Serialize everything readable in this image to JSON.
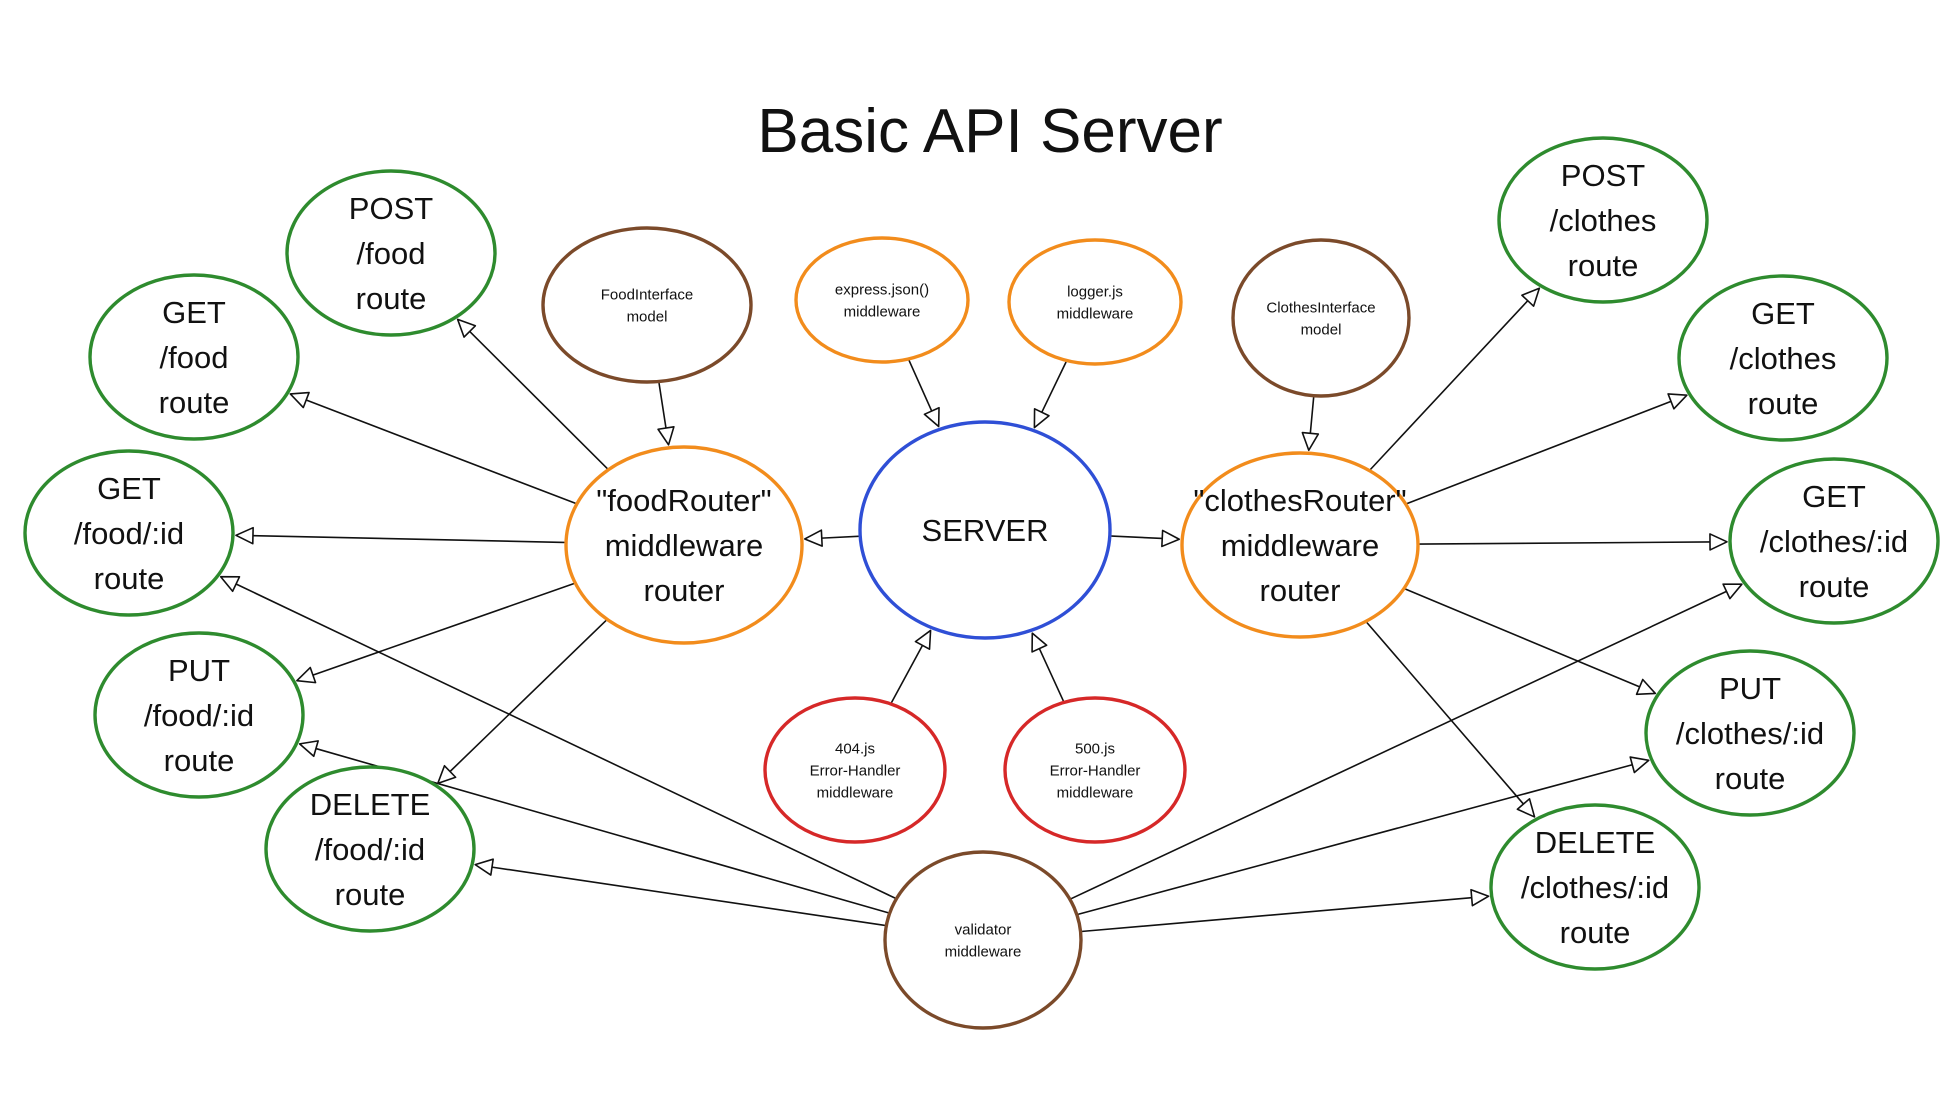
{
  "title": "Basic API Server",
  "colors": {
    "route": "#2e8b2e",
    "model": "#7b4a2a",
    "middleware": "#f28c1c",
    "server": "#2f4fd6",
    "error": "#d62828",
    "validator": "#7b4a2a",
    "edge": "#111111"
  },
  "nodes": [
    {
      "id": "server",
      "kind": "server",
      "lines": [
        "SERVER"
      ]
    },
    {
      "id": "food-router",
      "kind": "middleware",
      "lines": [
        "\"foodRouter\"",
        "middleware",
        "router"
      ]
    },
    {
      "id": "clothes-router",
      "kind": "middleware",
      "lines": [
        "\"clothesRouter\"",
        "middleware",
        "router"
      ]
    },
    {
      "id": "food-interface",
      "kind": "model",
      "lines": [
        "FoodInterface",
        "model"
      ]
    },
    {
      "id": "clothes-interface",
      "kind": "model",
      "lines": [
        "ClothesInterface",
        "model"
      ]
    },
    {
      "id": "express-json",
      "kind": "middleware",
      "lines": [
        "express.json()",
        "middleware"
      ]
    },
    {
      "id": "logger",
      "kind": "middleware",
      "lines": [
        "logger.js",
        "middleware"
      ]
    },
    {
      "id": "error-404",
      "kind": "error",
      "lines": [
        "404.js",
        "Error-Handler",
        "middleware"
      ]
    },
    {
      "id": "error-500",
      "kind": "error",
      "lines": [
        "500.js",
        "Error-Handler",
        "middleware"
      ]
    },
    {
      "id": "validator",
      "kind": "validator",
      "lines": [
        "validator",
        "middleware"
      ]
    },
    {
      "id": "food-post",
      "kind": "route",
      "lines": [
        "POST",
        "/food",
        "route"
      ]
    },
    {
      "id": "food-get",
      "kind": "route",
      "lines": [
        "GET",
        "/food",
        "route"
      ]
    },
    {
      "id": "food-get-id",
      "kind": "route",
      "lines": [
        "GET",
        "/food/:id",
        "route"
      ]
    },
    {
      "id": "food-put",
      "kind": "route",
      "lines": [
        "PUT",
        "/food/:id",
        "route"
      ]
    },
    {
      "id": "food-delete",
      "kind": "route",
      "lines": [
        "DELETE",
        "/food/:id",
        "route"
      ]
    },
    {
      "id": "clothes-post",
      "kind": "route",
      "lines": [
        "POST",
        "/clothes",
        "route"
      ]
    },
    {
      "id": "clothes-get",
      "kind": "route",
      "lines": [
        "GET",
        "/clothes",
        "route"
      ]
    },
    {
      "id": "clothes-get-id",
      "kind": "route",
      "lines": [
        "GET",
        "/clothes/:id",
        "route"
      ]
    },
    {
      "id": "clothes-put",
      "kind": "route",
      "lines": [
        "PUT",
        "/clothes/:id",
        "route"
      ]
    },
    {
      "id": "clothes-delete",
      "kind": "route",
      "lines": [
        "DELETE",
        "/clothes/:id",
        "route"
      ]
    }
  ],
  "edges": [
    {
      "from": "food-interface",
      "to": "food-router"
    },
    {
      "from": "clothes-interface",
      "to": "clothes-router"
    },
    {
      "from": "express-json",
      "to": "server"
    },
    {
      "from": "logger",
      "to": "server"
    },
    {
      "from": "error-404",
      "to": "server"
    },
    {
      "from": "error-500",
      "to": "server"
    },
    {
      "from": "server",
      "to": "food-router"
    },
    {
      "from": "server",
      "to": "clothes-router"
    },
    {
      "from": "food-router",
      "to": "food-post"
    },
    {
      "from": "food-router",
      "to": "food-get"
    },
    {
      "from": "food-router",
      "to": "food-get-id"
    },
    {
      "from": "food-router",
      "to": "food-put"
    },
    {
      "from": "food-router",
      "to": "food-delete"
    },
    {
      "from": "clothes-router",
      "to": "clothes-post"
    },
    {
      "from": "clothes-router",
      "to": "clothes-get"
    },
    {
      "from": "clothes-router",
      "to": "clothes-get-id"
    },
    {
      "from": "clothes-router",
      "to": "clothes-put"
    },
    {
      "from": "clothes-router",
      "to": "clothes-delete"
    },
    {
      "from": "validator",
      "to": "food-get-id"
    },
    {
      "from": "validator",
      "to": "food-put"
    },
    {
      "from": "validator",
      "to": "food-delete"
    },
    {
      "from": "validator",
      "to": "clothes-get-id"
    },
    {
      "from": "validator",
      "to": "clothes-put"
    },
    {
      "from": "validator",
      "to": "clothes-delete"
    }
  ]
}
